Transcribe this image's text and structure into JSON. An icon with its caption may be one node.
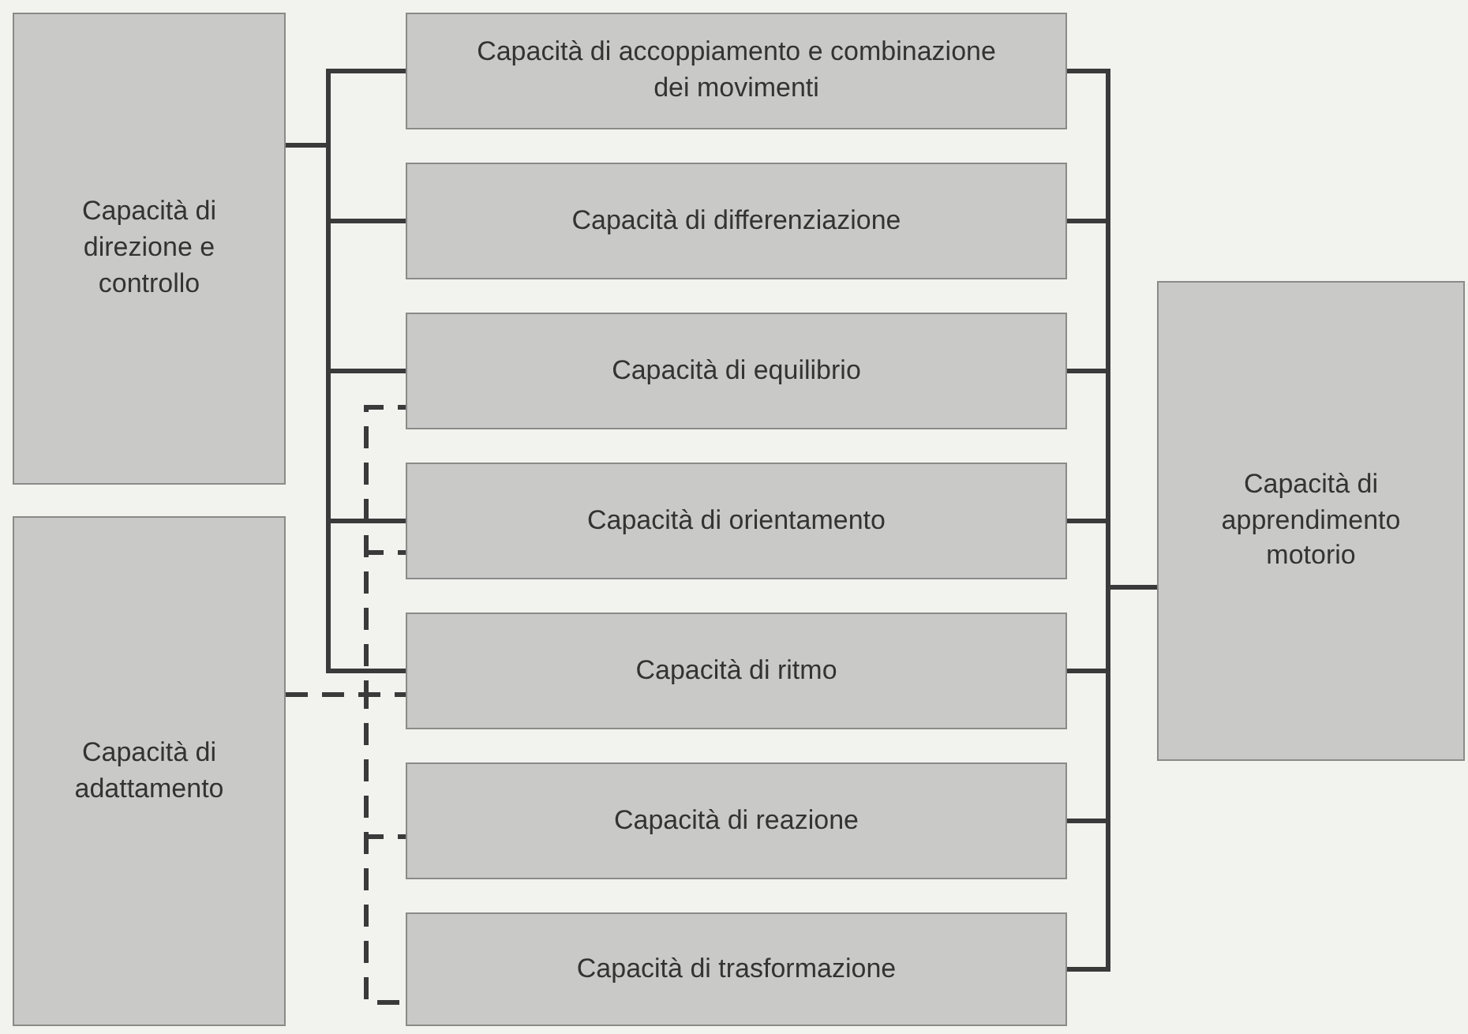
{
  "diagram": {
    "nodes": [
      {
        "text": [
          "Capacità di direzione e controllo"
        ]
      },
      {
        "text": [
          "Capacità di adattamento"
        ]
      },
      {
        "text": [
          "Capacità di accoppiamento e combinazione dei movimenti"
        ]
      },
      {
        "text": [
          "Capacità di differenziazione"
        ]
      },
      {
        "text": [
          "Capacità di equilibrio"
        ]
      },
      {
        "text": [
          "Capacità di orientamento"
        ]
      },
      {
        "text": [
          "Capacità di ritmo"
        ]
      },
      {
        "text": [
          "Capacità di reazione"
        ]
      },
      {
        "text": [
          "Capacità di trasformazione"
        ]
      },
      {
        "text": [
          "Capacità di apprendimento motorio"
        ]
      }
    ],
    "edges": [
      {
        "from": 0,
        "to": 2,
        "arrow": "none"
      },
      {
        "from": 0,
        "to": 3,
        "arrow": "none"
      },
      {
        "from": 0,
        "to": 4,
        "arrow": "none"
      },
      {
        "from": 0,
        "to": 5,
        "arrow": "none"
      },
      {
        "from": 0,
        "to": 6,
        "arrow": "none"
      },
      {
        "from": 1,
        "to": 4,
        "arrow": "none",
        "style": "dashed"
      },
      {
        "from": 1,
        "to": 5,
        "arrow": "none",
        "style": "dashed"
      },
      {
        "from": 1,
        "to": 6,
        "arrow": "none",
        "style": "dashed"
      },
      {
        "from": 1,
        "to": 7,
        "arrow": "none",
        "style": "dashed"
      },
      {
        "from": 1,
        "to": 8,
        "arrow": "none",
        "style": "dashed"
      },
      {
        "from": 2,
        "to": 9,
        "arrow": "none"
      },
      {
        "from": 3,
        "to": 9,
        "arrow": "none"
      },
      {
        "from": 4,
        "to": 9,
        "arrow": "none"
      },
      {
        "from": 5,
        "to": 9,
        "arrow": "none"
      },
      {
        "from": 6,
        "to": 9,
        "arrow": "none"
      },
      {
        "from": 7,
        "to": 9,
        "arrow": "none"
      },
      {
        "from": 8,
        "to": 9,
        "arrow": "none"
      }
    ]
  }
}
